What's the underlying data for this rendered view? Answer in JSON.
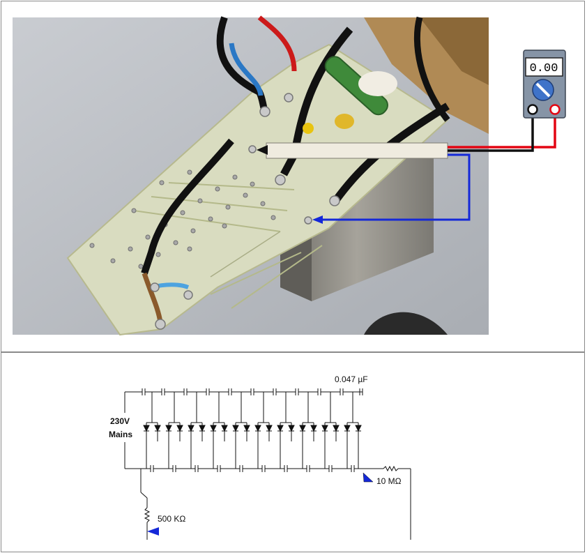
{
  "meter": {
    "display": "0.00"
  },
  "circuit": {
    "capacitor_label": "0.047 µF",
    "source_label_line1": "230V",
    "source_label_line2": "Mains",
    "load_resistor_label": "10 MΩ",
    "ground_resistor_label": "500 KΩ"
  },
  "colors": {
    "probe_red": "#e30613",
    "probe_black": "#111111",
    "probe_blue": "#1428d8",
    "pcb": "#d9dcc0",
    "heatsink": "#8e8c84",
    "meter_body": "#8694a6"
  }
}
